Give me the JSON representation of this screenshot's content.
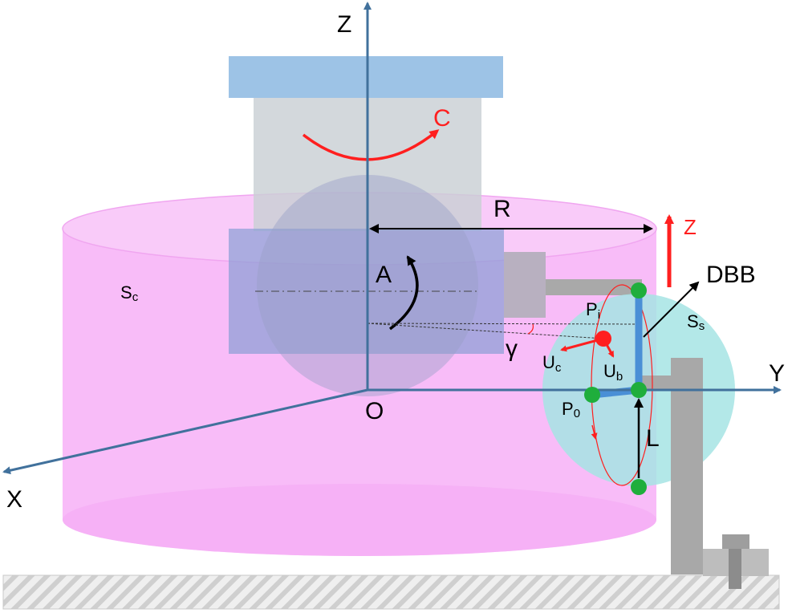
{
  "axes": {
    "z": "Z",
    "y": "Y",
    "x": "X",
    "origin": "O"
  },
  "rotations": {
    "c": "C",
    "a": "A"
  },
  "dimensions": {
    "radius": "R",
    "length": "L",
    "angle": "γ"
  },
  "surfaces": {
    "cylinder": "S",
    "cylinder_sub": "c",
    "sphere": "S",
    "sphere_sub": "s"
  },
  "points": {
    "pi": "P",
    "pi_sub": "i",
    "p0": "P",
    "p0_sub": "0"
  },
  "vectors": {
    "uc": "U",
    "uc_sub": "c",
    "ub": "U",
    "ub_sub": "b"
  },
  "instrument": {
    "name": "DBB",
    "z_arrow": "Z"
  },
  "colors": {
    "cylinder_fill": "#f7b6f7",
    "cylinder_edge": "#f0a6f0",
    "spindle_head": "#9dc3e6",
    "spindle_body": "#c9cfd4",
    "rotary_table": "#8c9fd6",
    "ball_fill": "#9aa0c8",
    "sphere_fill": "#a6e4e4",
    "axis_blue": "#41719c",
    "red": "#ff1f1f",
    "green": "#1fae3c",
    "bar_blue": "#4a8fd6",
    "fixture_gray": "#a8a8a8",
    "base_hatch": "#d6d6d6"
  }
}
